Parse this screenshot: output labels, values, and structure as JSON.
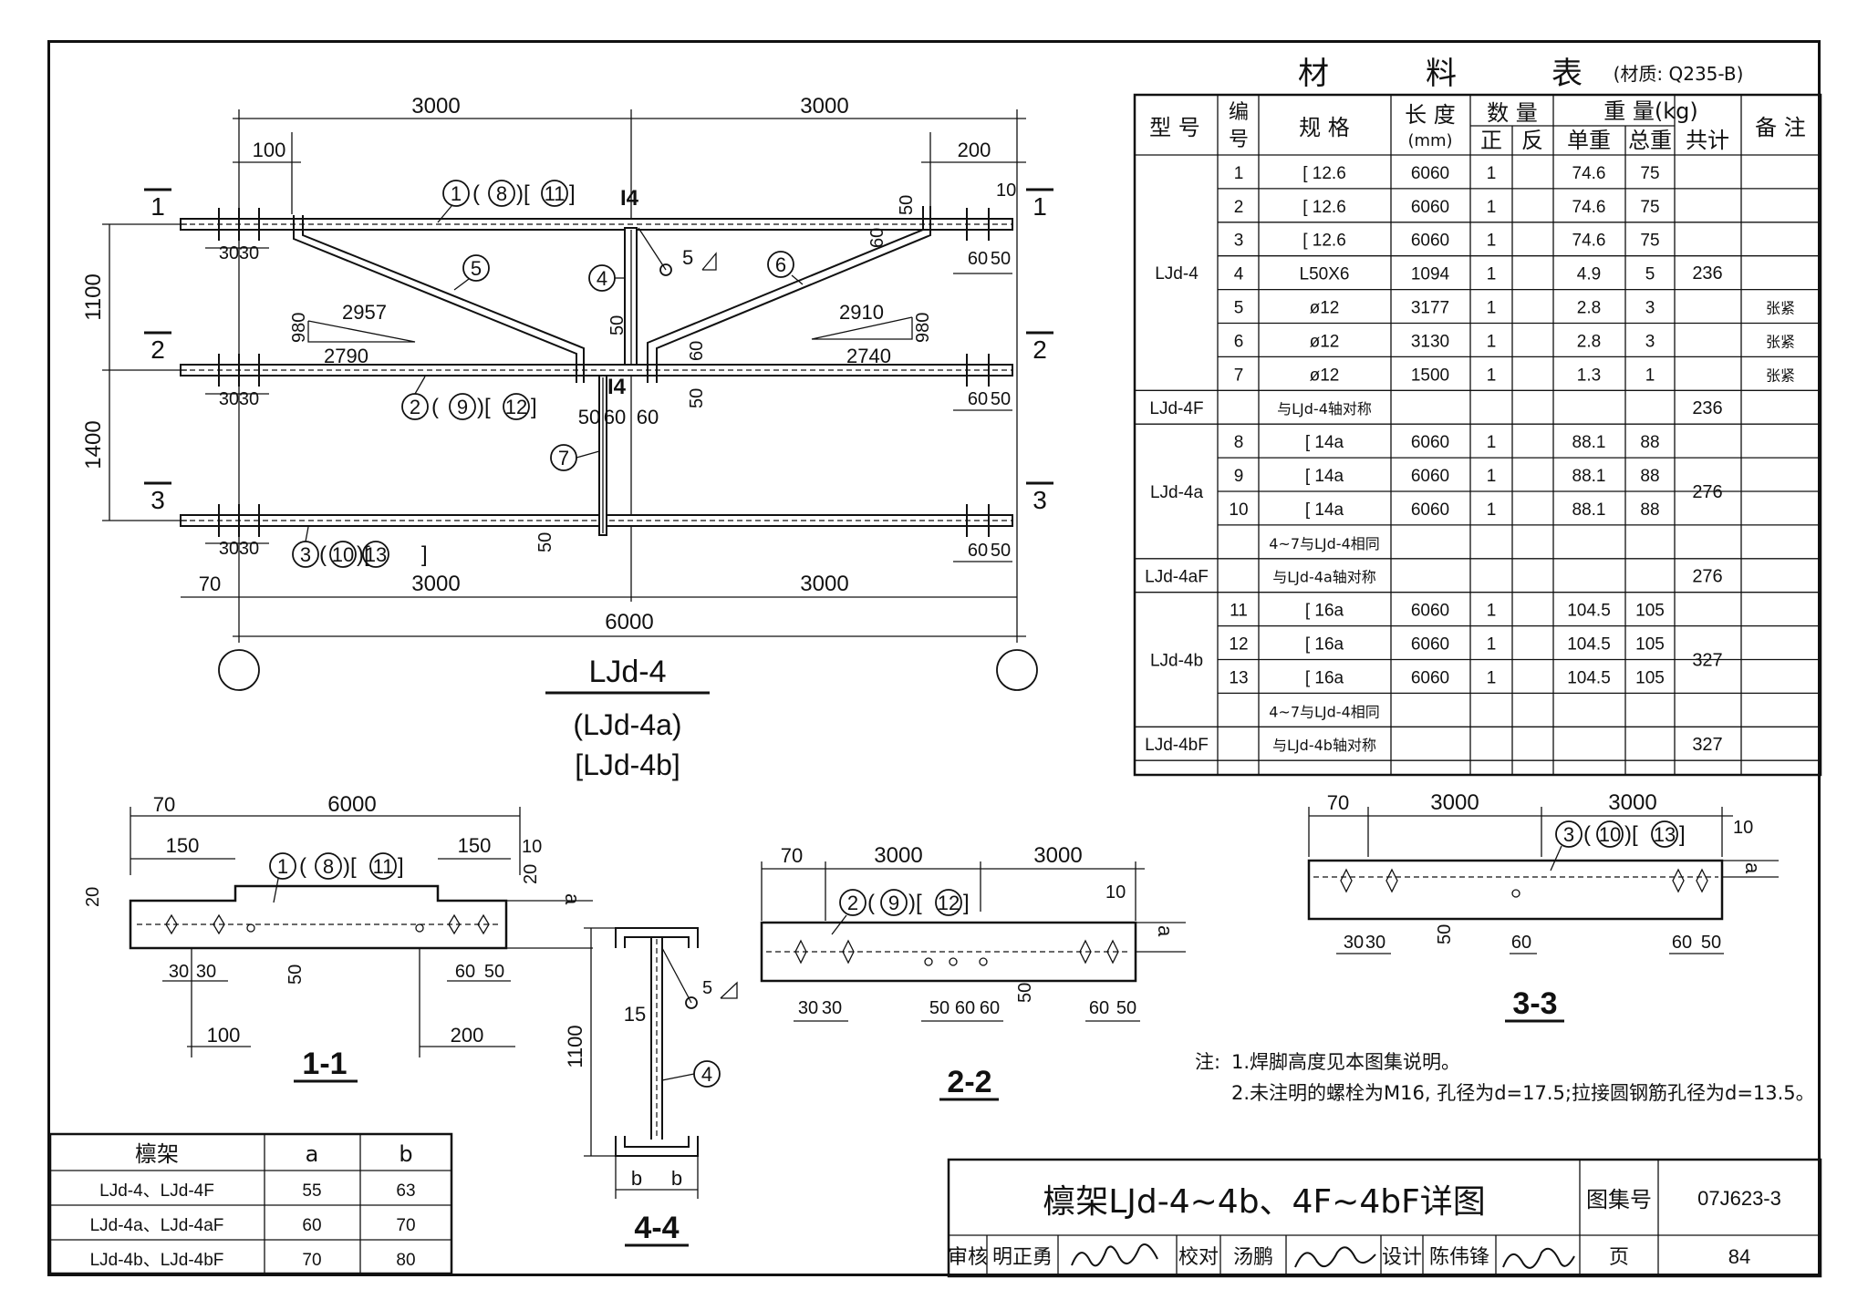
{
  "main_drawing": {
    "spans_top": [
      "3000",
      "3000"
    ],
    "spans_bottom": [
      "3000",
      "3000"
    ],
    "total": "6000",
    "dims": {
      "d100": "100",
      "d200": "200",
      "d1100": "1100",
      "d1400": "1400",
      "d70": "70",
      "d50": "50",
      "d60": "60",
      "d30": "30",
      "d10": "10",
      "d980": "980"
    },
    "sections": [
      "1",
      "2",
      "3"
    ],
    "angle_left": {
      "hyp": "2957",
      "base": "2790"
    },
    "angle_right": {
      "hyp": "2910",
      "base": "2740"
    },
    "labels": {
      "i4": "I4",
      "weld": "5"
    },
    "callouts": {
      "c1": [
        "1",
        "8",
        "11"
      ],
      "c2": [
        "2",
        "9",
        "12"
      ],
      "c3": [
        "3",
        "10",
        "13"
      ],
      "c4": "4",
      "c5": "5",
      "c6": "6",
      "c7": "7"
    },
    "title": "LJd-4",
    "subtitle1": "(LJd-4a)",
    "subtitle2": "[LJd-4b]"
  },
  "material_table": {
    "title_chars": [
      "材",
      "料",
      "表"
    ],
    "material_note": "(材质: Q235-B)",
    "headers": {
      "type": "型 号",
      "no": "编号",
      "spec": "规 格",
      "length": "长 度",
      "length_unit": "(mm)",
      "qty": "数 量",
      "qty_front": "正",
      "qty_back": "反",
      "weight": "重  量(kg)",
      "unit_w": "单重",
      "total_w": "总重",
      "sum": "共计",
      "remark": "备 注"
    },
    "rows": [
      {
        "type": "LJd-4",
        "no": "1",
        "spec": "[ 12.6",
        "len": "6060",
        "qty": "1",
        "unit": "74.6",
        "total": "75",
        "remark": ""
      },
      {
        "type": "",
        "no": "2",
        "spec": "[ 12.6",
        "len": "6060",
        "qty": "1",
        "unit": "74.6",
        "total": "75",
        "remark": ""
      },
      {
        "type": "",
        "no": "3",
        "spec": "[ 12.6",
        "len": "6060",
        "qty": "1",
        "unit": "74.6",
        "total": "75",
        "remark": ""
      },
      {
        "type": "",
        "no": "4",
        "spec": "L50X6",
        "len": "1094",
        "qty": "1",
        "unit": "4.9",
        "total": "5",
        "remark": ""
      },
      {
        "type": "",
        "no": "5",
        "spec": "ø12",
        "len": "3177",
        "qty": "1",
        "unit": "2.8",
        "total": "3",
        "remark": "张紧"
      },
      {
        "type": "",
        "no": "6",
        "spec": "ø12",
        "len": "3130",
        "qty": "1",
        "unit": "2.8",
        "total": "3",
        "remark": "张紧"
      },
      {
        "type": "",
        "no": "7",
        "spec": "ø12",
        "len": "1500",
        "qty": "1",
        "unit": "1.3",
        "total": "1",
        "remark": "张紧"
      },
      {
        "type": "LJd-4F",
        "no": "",
        "spec": "与LJd-4轴对称",
        "len": "",
        "qty": "",
        "unit": "",
        "total": "",
        "remark": ""
      },
      {
        "type": "LJd-4a",
        "no": "8",
        "spec": "[ 14a",
        "len": "6060",
        "qty": "1",
        "unit": "88.1",
        "total": "88",
        "remark": ""
      },
      {
        "type": "",
        "no": "9",
        "spec": "[ 14a",
        "len": "6060",
        "qty": "1",
        "unit": "88.1",
        "total": "88",
        "remark": ""
      },
      {
        "type": "",
        "no": "10",
        "spec": "[ 14a",
        "len": "6060",
        "qty": "1",
        "unit": "88.1",
        "total": "88",
        "remark": ""
      },
      {
        "type": "",
        "no": "",
        "spec": "4~7与LJd-4相同",
        "len": "",
        "qty": "",
        "unit": "",
        "total": "",
        "remark": ""
      },
      {
        "type": "LJd-4aF",
        "no": "",
        "spec": "与LJd-4a轴对称",
        "len": "",
        "qty": "",
        "unit": "",
        "total": "",
        "remark": ""
      },
      {
        "type": "LJd-4b",
        "no": "11",
        "spec": "[ 16a",
        "len": "6060",
        "qty": "1",
        "unit": "104.5",
        "total": "105",
        "remark": ""
      },
      {
        "type": "",
        "no": "12",
        "spec": "[ 16a",
        "len": "6060",
        "qty": "1",
        "unit": "104.5",
        "total": "105",
        "remark": ""
      },
      {
        "type": "",
        "no": "13",
        "spec": "[ 16a",
        "len": "6060",
        "qty": "1",
        "unit": "104.5",
        "total": "105",
        "remark": ""
      },
      {
        "type": "",
        "no": "",
        "spec": "4~7与LJd-4相同",
        "len": "",
        "qty": "",
        "unit": "",
        "total": "",
        "remark": ""
      },
      {
        "type": "LJd-4bF",
        "no": "",
        "spec": "与LJd-4b轴对称",
        "len": "",
        "qty": "",
        "unit": "",
        "total": "",
        "remark": ""
      }
    ],
    "sums": {
      "g1": "236",
      "g2": "236",
      "g3": "276",
      "g4": "276",
      "g5": "327",
      "g6": "327"
    }
  },
  "section_views": {
    "s11": {
      "title": "1-1",
      "d70": "70",
      "d6000": "6000",
      "d150a": "150",
      "d150b": "150",
      "d10": "10",
      "d20": "20",
      "d20b": "20",
      "a": "a",
      "d3030": "30",
      "d6050a": "60",
      "d6050b": "50",
      "d50": "50",
      "d100": "100",
      "d200": "200"
    },
    "s22": {
      "title": "2-2",
      "d70": "70",
      "d3000a": "3000",
      "d3000b": "3000",
      "d10": "10",
      "a": "a",
      "d30": "30",
      "d50": "50",
      "d60": "60",
      "d60b": "60",
      "d50b": "50"
    },
    "s33": {
      "title": "3-3",
      "d70": "70",
      "d3000a": "3000",
      "d3000b": "3000",
      "d10": "10",
      "a": "a",
      "d30": "30",
      "d50": "50",
      "d60": "60",
      "d60b": "60",
      "d50b": "50"
    },
    "s44": {
      "title": "4-4",
      "d1100": "1100",
      "d15": "15",
      "b": "b",
      "weld": "5",
      "c4": "4"
    }
  },
  "notes": {
    "prefix": "注:",
    "n1": "1.焊脚高度见本图集说明。",
    "n2": "2.未注明的螺栓为M16, 孔径为d=17.5;拉接圆钢筋孔径为d=13.5。"
  },
  "ab_table": {
    "headers": [
      "檩架",
      "a",
      "b"
    ],
    "rows": [
      {
        "name": "LJd-4、LJd-4F",
        "a": "55",
        "b": "63"
      },
      {
        "name": "LJd-4a、LJd-4aF",
        "a": "60",
        "b": "70"
      },
      {
        "name": "LJd-4b、LJd-4bF",
        "a": "70",
        "b": "80"
      }
    ]
  },
  "title_block": {
    "title": "檩架LJd-4~4b、4F~4bF详图",
    "atlas_label": "图集号",
    "atlas_no": "07J623-3",
    "review_label": "审核",
    "reviewer": "明正勇",
    "check_label": "校对",
    "checker": "汤鹏",
    "design_label": "设计",
    "designer": "陈伟锋",
    "page_label": "页",
    "page_no": "84"
  }
}
